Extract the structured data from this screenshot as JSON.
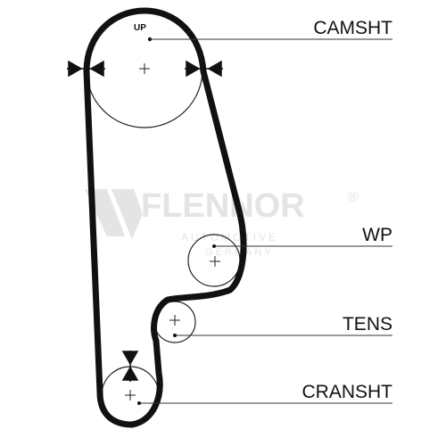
{
  "diagram": {
    "labels": {
      "camshaft": "CAMSHT",
      "water_pump": "WP",
      "tensioner": "TENS",
      "crankshaft": "CRANSHT",
      "up": "UP"
    },
    "watermark": {
      "brand": "FLENNOR",
      "registered": "®",
      "line1": "AUTOMOTIVE",
      "line2": "GERMANY"
    },
    "colors": {
      "belt": "#111111",
      "pulley": "#222222",
      "watermark": "#e4e4e4"
    }
  }
}
